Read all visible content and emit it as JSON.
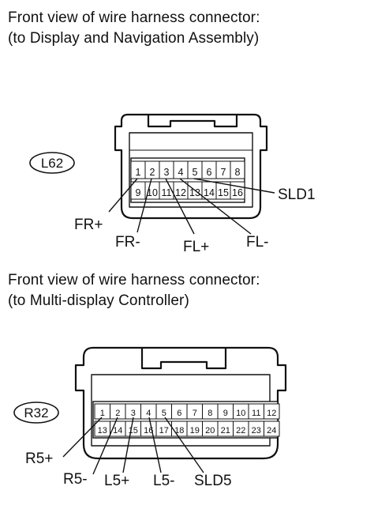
{
  "connector1": {
    "heading_line1": "Front view of wire harness connector:",
    "heading_line2": "(to Display and Navigation Assembly)",
    "id": "L62",
    "pins_top": [
      "1",
      "2",
      "3",
      "4",
      "5",
      "6",
      "7",
      "8"
    ],
    "pins_bottom": [
      "9",
      "10",
      "11",
      "12",
      "13",
      "14",
      "15",
      "16"
    ],
    "signals": {
      "fr_plus": "FR+",
      "fr_minus": "FR-",
      "fl_plus": "FL+",
      "fl_minus": "FL-",
      "sld1": "SLD1"
    }
  },
  "connector2": {
    "heading_line1": "Front view of wire harness connector:",
    "heading_line2": "(to Multi-display Controller)",
    "id": "R32",
    "pins_top": [
      "1",
      "2",
      "3",
      "4",
      "5",
      "6",
      "7",
      "8",
      "9",
      "10",
      "11",
      "12"
    ],
    "pins_bottom": [
      "13",
      "14",
      "15",
      "16",
      "17",
      "18",
      "19",
      "20",
      "21",
      "22",
      "23",
      "24"
    ],
    "signals": {
      "r5_plus": "R5+",
      "r5_minus": "R5-",
      "l5_plus": "L5+",
      "l5_minus": "L5-",
      "sld5": "SLD5"
    }
  }
}
